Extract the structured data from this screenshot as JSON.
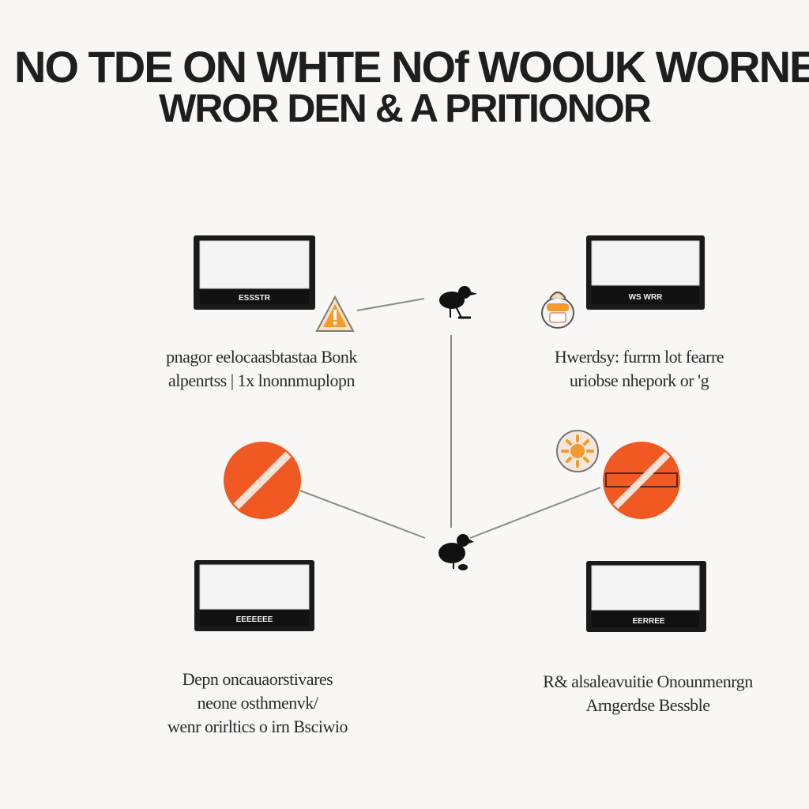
{
  "title": {
    "line1": "NO TDE ON WHTE NOf WOOUK WORNER",
    "line2": "WROR DEN & A PRITIONOR"
  },
  "devices": [
    {
      "label": "ESSSTR"
    },
    {
      "label": "WS  WRR"
    },
    {
      "label": "EEEEEEE"
    },
    {
      "label": "EERREE"
    }
  ],
  "captions": [
    {
      "lines": [
        "pnagor eelocaasbtastaa Bonk",
        "alpenrtss | 1x lnonnmuplopn"
      ]
    },
    {
      "lines": [
        "Hwerdsy: furrm lot fearre",
        "uriobse nhepork or 'g"
      ]
    },
    {
      "lines": [
        "Depn oncauaorstivares",
        "neone osthmenvk/",
        "wenr orirltics o irn Bsciwio"
      ]
    },
    {
      "lines": [
        "R& alsaleavuitie Onounmenrgn",
        "Arngerdse Bessble"
      ]
    }
  ],
  "colors": {
    "background": "#f8f7f6",
    "accent": "#f05a22",
    "ink": "#1e1e1e",
    "connector": "#8a8a8a",
    "warning": "#f29a2e"
  },
  "icons": {
    "warning": "warning-triangle-icon",
    "blocked": "no-entry-icon",
    "bird": "bird-icon",
    "badge": "shield-badge-icon",
    "gear": "gear-badge-icon"
  }
}
